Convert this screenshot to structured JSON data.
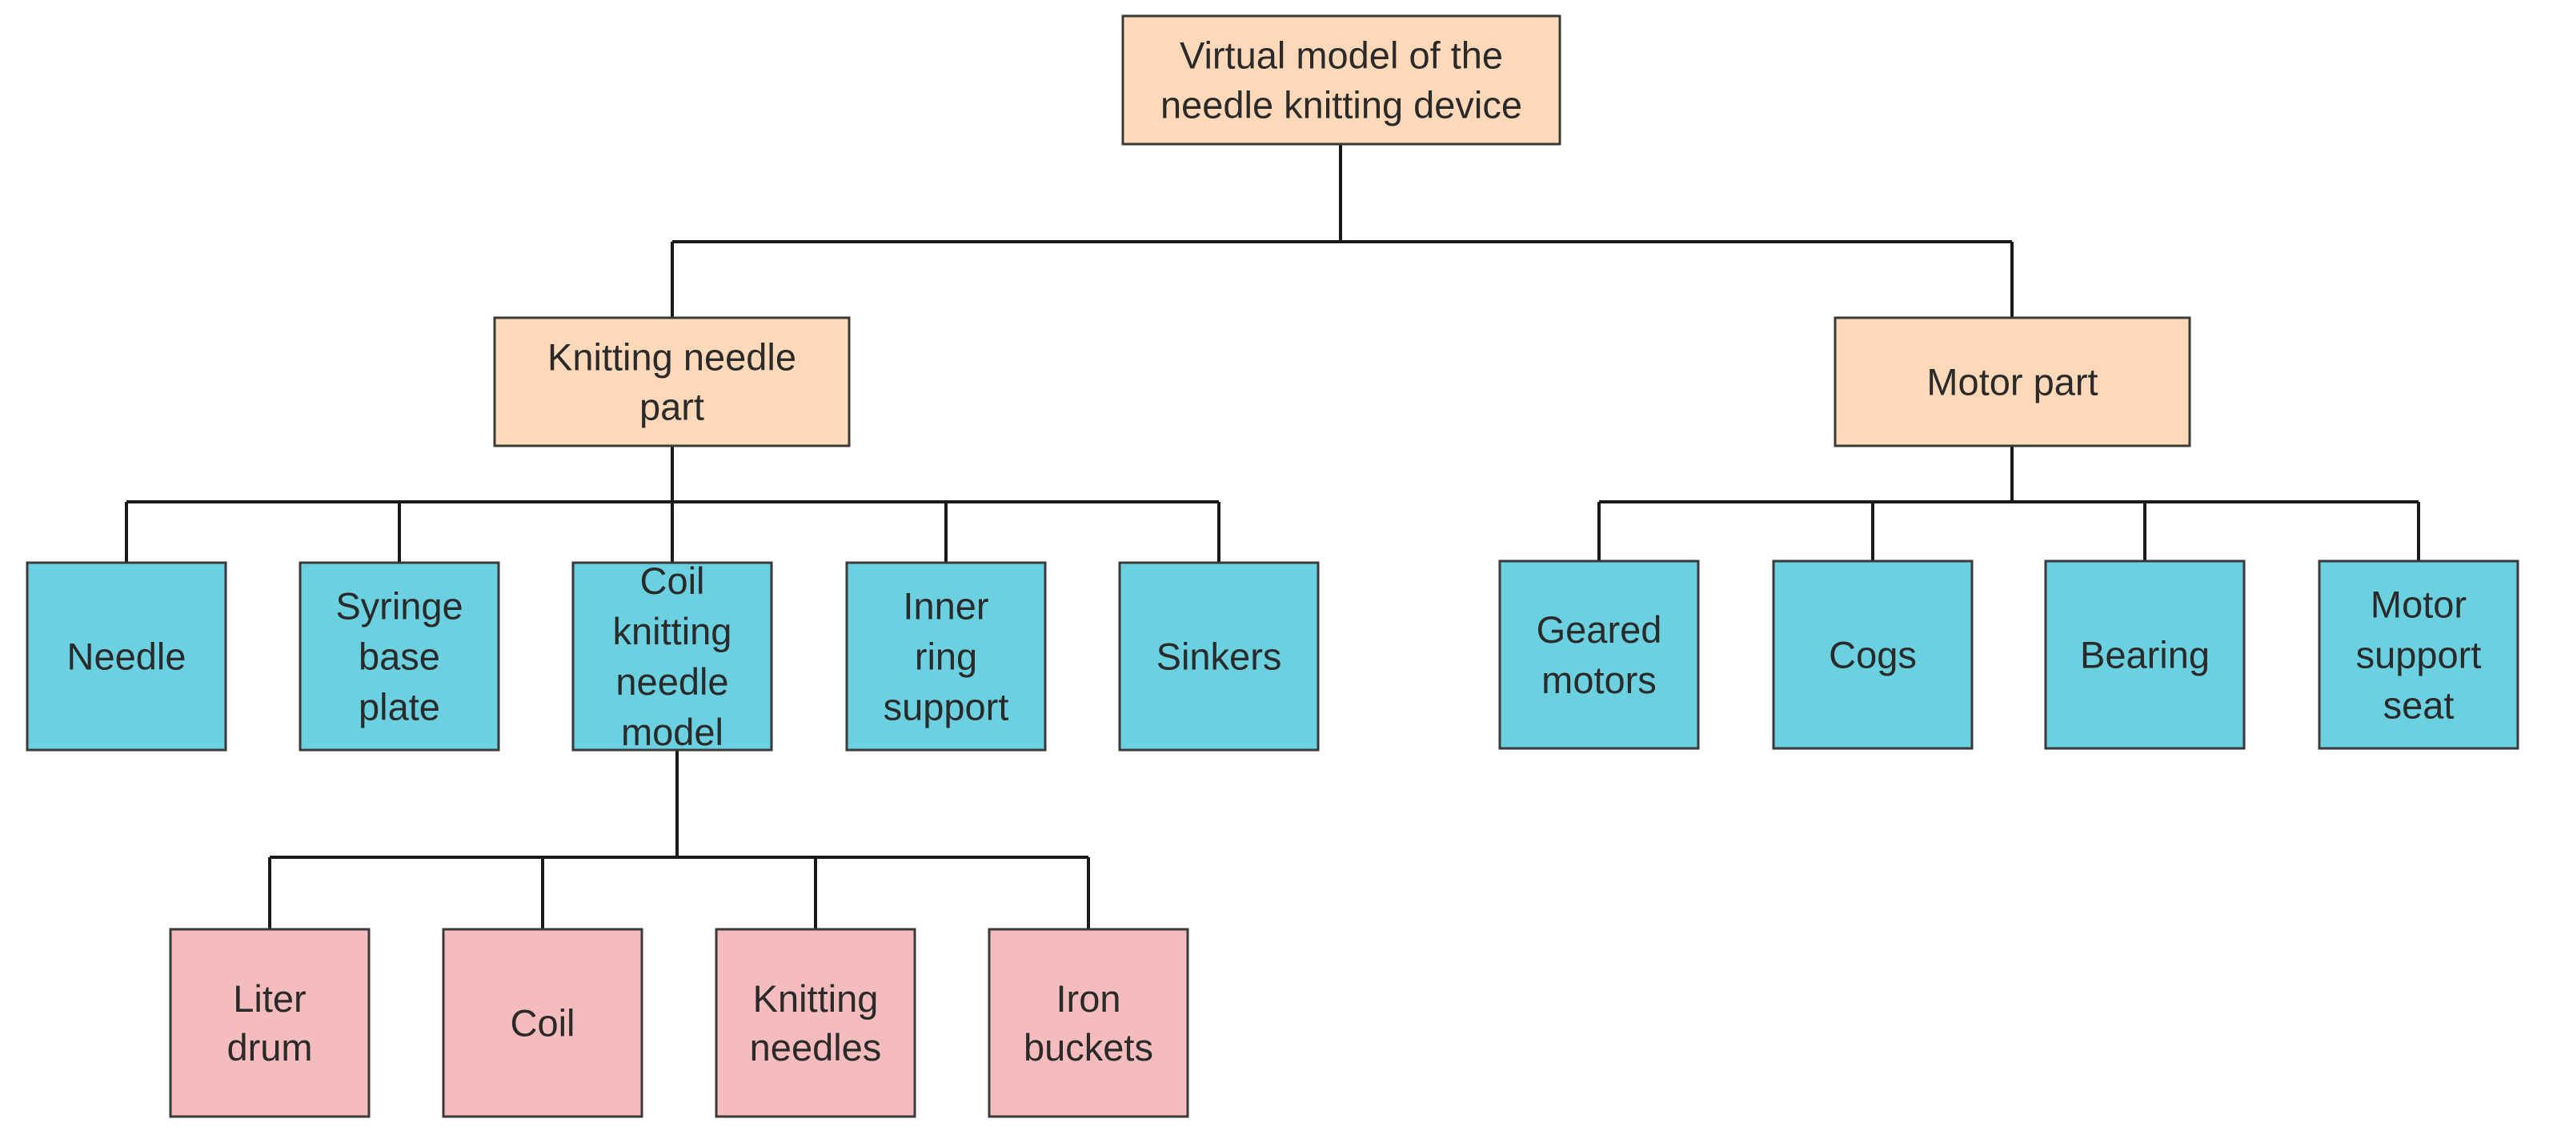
{
  "colors": {
    "level0": "#fdd9ba",
    "level1": "#fdd9ba",
    "components": "#6bd0df",
    "subcomponents": "#f4bcbc",
    "line": "#1a1a1a",
    "border": "#3a3a3a"
  },
  "nodes": {
    "root": {
      "lines": [
        "Virtual model of the",
        "needle knitting device"
      ]
    },
    "knitting_needle_part": {
      "lines": [
        "Knitting needle",
        "part"
      ]
    },
    "motor_part": {
      "lines": [
        "Motor part"
      ]
    },
    "needle": {
      "lines": [
        "Needle"
      ]
    },
    "syringe_base_plate": {
      "lines": [
        "Syringe",
        "base",
        "plate"
      ]
    },
    "coil_knitting_needle_model": {
      "lines": [
        "Coil",
        "knitting",
        "needle",
        "model"
      ]
    },
    "inner_ring_support": {
      "lines": [
        "Inner",
        "ring",
        "support"
      ]
    },
    "sinkers": {
      "lines": [
        "Sinkers"
      ]
    },
    "geared_motors": {
      "lines": [
        "Geared",
        "motors"
      ]
    },
    "cogs": {
      "lines": [
        "Cogs"
      ]
    },
    "bearing": {
      "lines": [
        "Bearing"
      ]
    },
    "motor_support_seat": {
      "lines": [
        "Motor",
        "support",
        "seat"
      ]
    },
    "liter_drum": {
      "lines": [
        "Liter",
        "drum"
      ]
    },
    "coil": {
      "lines": [
        "Coil"
      ]
    },
    "knitting_needles": {
      "lines": [
        "Knitting",
        "needles"
      ]
    },
    "iron_buckets": {
      "lines": [
        "Iron",
        "buckets"
      ]
    }
  }
}
